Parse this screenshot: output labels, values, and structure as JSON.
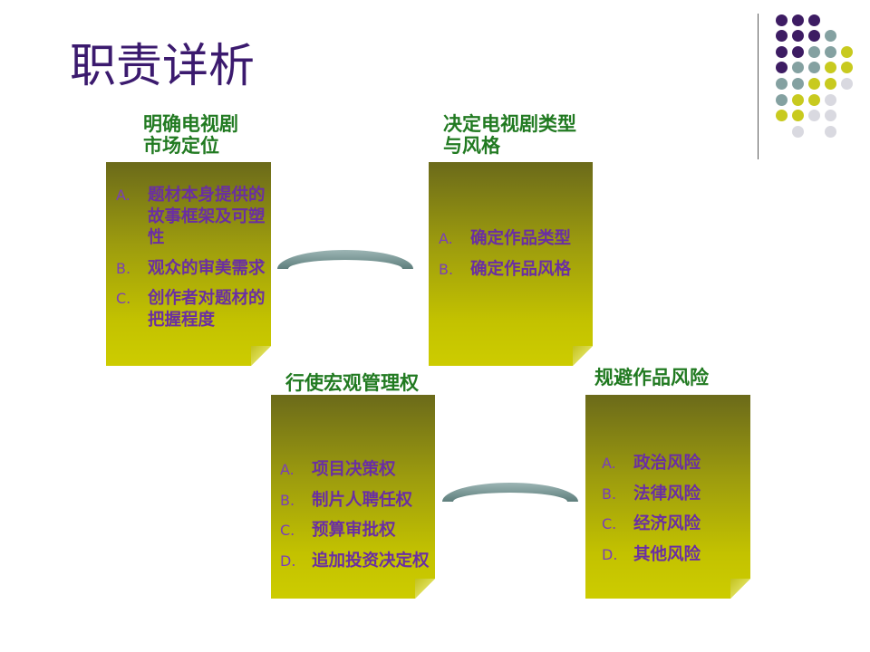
{
  "slide": {
    "title": "职责详析"
  },
  "colors": {
    "title": "#3b1a6e",
    "heading": "#217a21",
    "item_label": "#7a3fb8",
    "item_text": "#6a2ea3",
    "card_top": "#6b6a1a",
    "card_bottom": "#cdcc00",
    "connector": "#5e7e7c",
    "divider": "#5a5a5a",
    "dot_purple": "#3d1c63",
    "dot_teal": "#84a1a1",
    "dot_yellow": "#c8ca1f",
    "dot_gray": "#d9d9e0"
  },
  "cards": [
    {
      "heading": [
        "明确电视剧",
        "市场定位"
      ],
      "items": [
        {
          "label": "A.",
          "text": "题材本身提供的故事框架及可塑性"
        },
        {
          "label": "B.",
          "text": "观众的审美需求"
        },
        {
          "label": "C.",
          "text": "创作者对题材的把握程度"
        }
      ]
    },
    {
      "heading": [
        "决定电视剧类型",
        "与风格"
      ],
      "items": [
        {
          "label": "A.",
          "text": "确定作品类型"
        },
        {
          "label": "B.",
          "text": "确定作品风格"
        }
      ]
    },
    {
      "heading": [
        "行使宏观管理权"
      ],
      "items": [
        {
          "label": "A.",
          "text": "项目决策权"
        },
        {
          "label": "B.",
          "text": "制片人聘任权"
        },
        {
          "label": "C.",
          "text": "预算审批权"
        },
        {
          "label": "D.",
          "text": "追加投资决定权"
        }
      ]
    },
    {
      "heading": [
        "规避作品风险"
      ],
      "items": [
        {
          "label": "A.",
          "text": "政治风险"
        },
        {
          "label": "B.",
          "text": "法律风险"
        },
        {
          "label": "C.",
          "text": "经济风险"
        },
        {
          "label": "D.",
          "text": "其他风险"
        }
      ]
    }
  ]
}
